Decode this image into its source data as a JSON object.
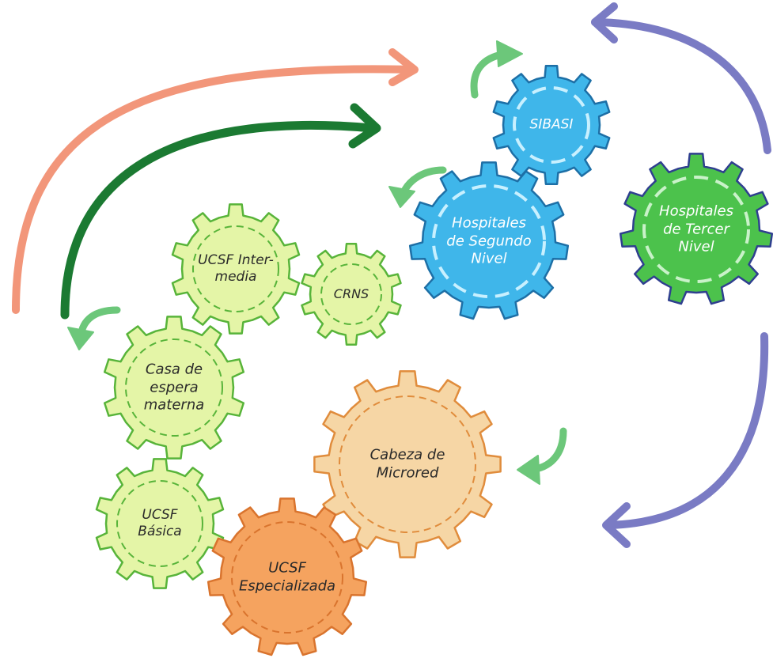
{
  "gears": [
    {
      "id": "sibasi",
      "label": "SIBASI",
      "fill": "#3fb6ea",
      "stroke": "#1d6fa6",
      "dash": "#c8f0ff",
      "text_color": "#ffffff"
    },
    {
      "id": "hospitales-segundo-nivel",
      "label": "Hospitales\nde Segundo\nNivel",
      "fill": "#3fb6ea",
      "stroke": "#1d6fa6",
      "dash": "#c8f0ff",
      "text_color": "#ffffff"
    },
    {
      "id": "hospitales-tercer-nivel",
      "label": "Hospitales\nde Tercer\nNivel",
      "fill": "#4cc24c",
      "stroke": "#2f3f8f",
      "dash": "#c9f2c9",
      "text_color": "#ffffff"
    },
    {
      "id": "ucsf-intermedia",
      "label": "UCSF Inter-\nmedia",
      "fill": "#e4f5a7",
      "stroke": "#58b43a",
      "dash": "#58b43a",
      "text_color": "#2a2a2a"
    },
    {
      "id": "crns",
      "label": "CRNS",
      "fill": "#e4f5a7",
      "stroke": "#58b43a",
      "dash": "#58b43a",
      "text_color": "#2a2a2a"
    },
    {
      "id": "casa-espera-materna",
      "label": "Casa de\nespera\nmaterna",
      "fill": "#e4f5a7",
      "stroke": "#58b43a",
      "dash": "#58b43a",
      "text_color": "#2a2a2a"
    },
    {
      "id": "ucsf-basica",
      "label": "UCSF\nBásica",
      "fill": "#e4f5a7",
      "stroke": "#58b43a",
      "dash": "#58b43a",
      "text_color": "#2a2a2a"
    },
    {
      "id": "ucsf-especializada",
      "label": "UCSF\nEspecializada",
      "fill": "#f5a35f",
      "stroke": "#d9742e",
      "dash": "#d9742e",
      "text_color": "#2a2a2a"
    },
    {
      "id": "cabeza-de-microred",
      "label": "Cabeza de\nMicrored",
      "fill": "#f6d6a5",
      "stroke": "#e08c3c",
      "dash": "#e08c3c",
      "text_color": "#2a2a2a"
    }
  ],
  "colors": {
    "salmon_arrow": "#f2967a",
    "dark_green_arrow": "#1b7a32",
    "purple_arrow": "#7a7bc4",
    "small_arrow": "#6cc77a"
  }
}
